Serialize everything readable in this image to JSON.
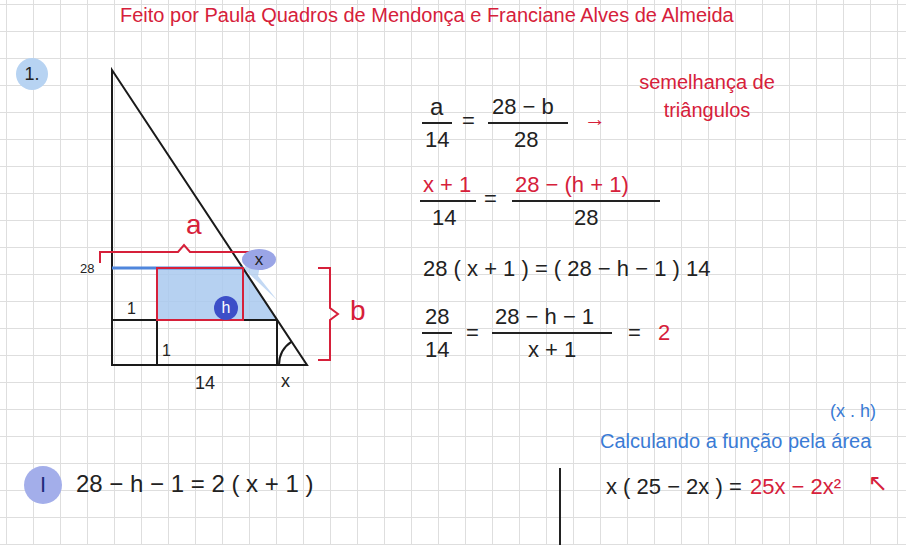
{
  "diagram": {
    "title": "Feito por Paula Quadros de Mendonça e Franciane Alves de Almeida",
    "nodes": [
      {
        "text": [
          "1."
        ]
      },
      {
        "text": [
          "x"
        ]
      },
      {
        "text": [
          "h"
        ]
      },
      {
        "text": [
          "I"
        ]
      }
    ],
    "labels": [
      "a",
      "28",
      "1",
      "1",
      "14",
      "x",
      "b",
      "a",
      "14",
      "=",
      "28 − b",
      "28",
      "→",
      "semelhança de triângulos",
      "x + 1",
      "14",
      "=",
      "28 − (h + 1)",
      "28",
      "28 ( x + 1 ) = ( 28 − h − 1 ) 14",
      "28",
      "14",
      "=",
      "28 − h − 1",
      "x + 1",
      "=",
      "2",
      "(x . h)",
      "Calculando a função pela área",
      "28 − h − 1 = 2 ( x + 1 )",
      "x ( 25 − 2x ) =",
      "25x − 2x²",
      "↖"
    ]
  }
}
